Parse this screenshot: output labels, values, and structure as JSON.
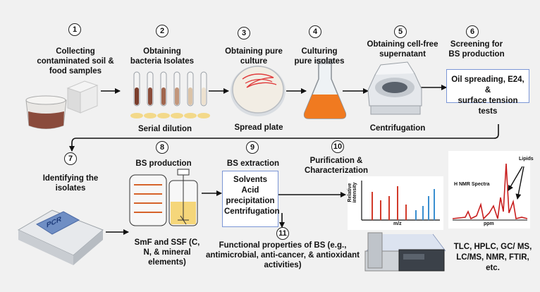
{
  "steps": [
    {
      "n": "1",
      "label": "Collecting contaminated soil & food samples"
    },
    {
      "n": "2",
      "label": "Obtaining bacteria Isolates"
    },
    {
      "n": "3",
      "label": "Obtaining pure culture"
    },
    {
      "n": "4",
      "label": "Culturing pure isolates"
    },
    {
      "n": "5",
      "label": "Obtaining cell-free supernatant"
    },
    {
      "n": "6",
      "label": "Screening for BS production"
    },
    {
      "n": "7",
      "label": "Identifying the isolates"
    },
    {
      "n": "8",
      "label": "BS production"
    },
    {
      "n": "9",
      "label": "BS extraction"
    },
    {
      "n": "10",
      "label": "Purification & Characterization"
    },
    {
      "n": "11",
      "label": "Functional properties of BS (e.g., antimicrobial, anti-cancer, & antioxidant activities)"
    }
  ],
  "captions": {
    "serial_dilution": "Serial dilution",
    "spread_plate": "Spread plate",
    "centrifugation": "Centrifugation",
    "smf_ssf": "SmF and SSF (C, N, & mineral elements)",
    "techniques": "TLC, HPLC, GC/ MS, LC/MS, NMR, FTIR, etc."
  },
  "screening_box": [
    "Oil spreading, E24, &",
    "surface tension tests"
  ],
  "extraction_box": [
    "Solvents",
    "Acid",
    "precipitation",
    "Centrifugation"
  ],
  "pcr_label": "PCR",
  "ms_chart": {
    "ylabel": "Relative intensity",
    "xlabel": "m/z"
  },
  "nmr_chart": {
    "title": "H NMR Spectra",
    "xlabel": "ppm",
    "peak_label": "Lipids"
  },
  "colors": {
    "arrow": "#111111",
    "box_border": "#7b96d6",
    "flask": "#f07a20",
    "ms_red": "#d23a2a",
    "ms_blue": "#3a8fd0",
    "nmr": "#c81e1e"
  }
}
